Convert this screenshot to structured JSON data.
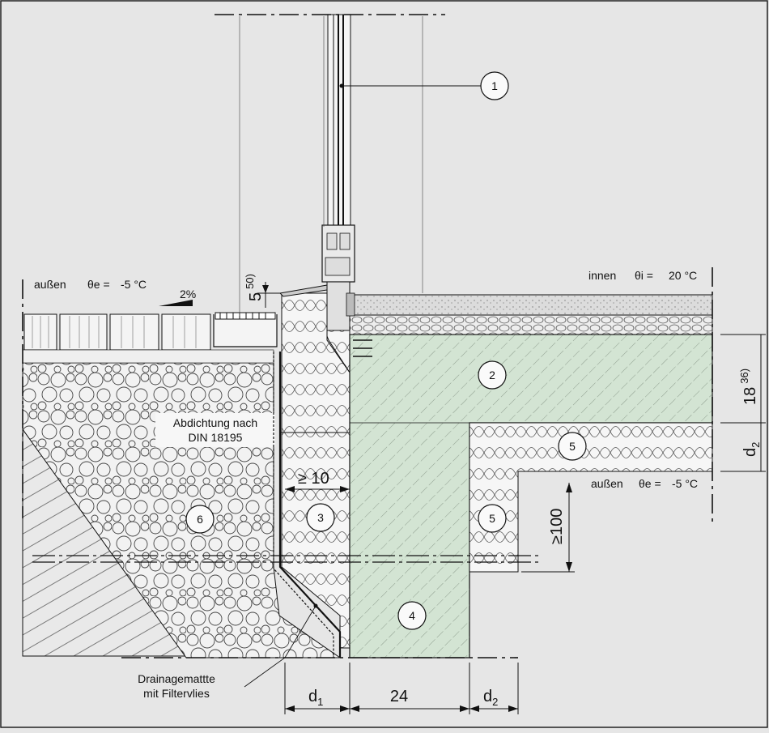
{
  "labels": {
    "outside_top": "außen",
    "outside_top_theta": "θe =",
    "outside_top_temp": "-5 °C",
    "slope": "2%",
    "inside": "innen",
    "inside_theta": "θi =",
    "inside_temp": "20 °C",
    "outside_right": "außen",
    "outside_right_theta": "θe =",
    "outside_right_temp": "-5 °C",
    "waterproofing_line1": "Abdichtung nach",
    "waterproofing_line2": "DIN 18195",
    "drainage_line1": "Drainagemattte",
    "drainage_line2": "mit Filtervlies"
  },
  "dimensions": {
    "sill_height": "5",
    "sill_height_ref": "50)",
    "insulation_min": "≥ 10",
    "slab_thickness": "18",
    "slab_thickness_ref": "36)",
    "d2_right": "d",
    "d2_right_sub": "2",
    "edge_depth": "≥100",
    "d1_bottom": "d",
    "d1_bottom_sub": "1",
    "wall_thickness": "24",
    "d2_bottom": "d",
    "d2_bottom_sub": "2"
  },
  "markers": [
    {
      "id": "1"
    },
    {
      "id": "2"
    },
    {
      "id": "3"
    },
    {
      "id": "4"
    },
    {
      "id": "5"
    },
    {
      "id": "5"
    },
    {
      "id": "6"
    }
  ],
  "colors": {
    "background": "#e6e6e6",
    "concrete": "#d3e4d3",
    "insulation": "#f4f4f4",
    "line": "#111111"
  }
}
